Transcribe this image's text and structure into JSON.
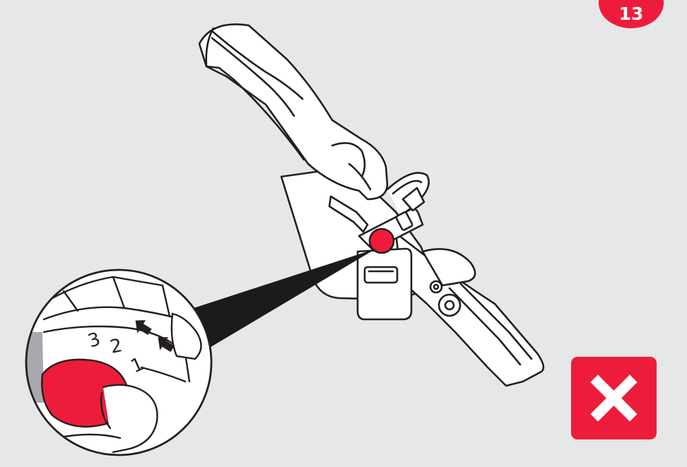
{
  "step": {
    "number": "13"
  },
  "status": {
    "icon": "cross-icon",
    "meaning": "incorrect"
  },
  "dial": {
    "position_labels": [
      "3",
      "2",
      "1"
    ]
  },
  "colors": {
    "background": "#e6e7e8",
    "accent": "#ee1c3b",
    "line": "#231f20",
    "fill": "#ffffff",
    "shadow": "#a7a9ac"
  }
}
